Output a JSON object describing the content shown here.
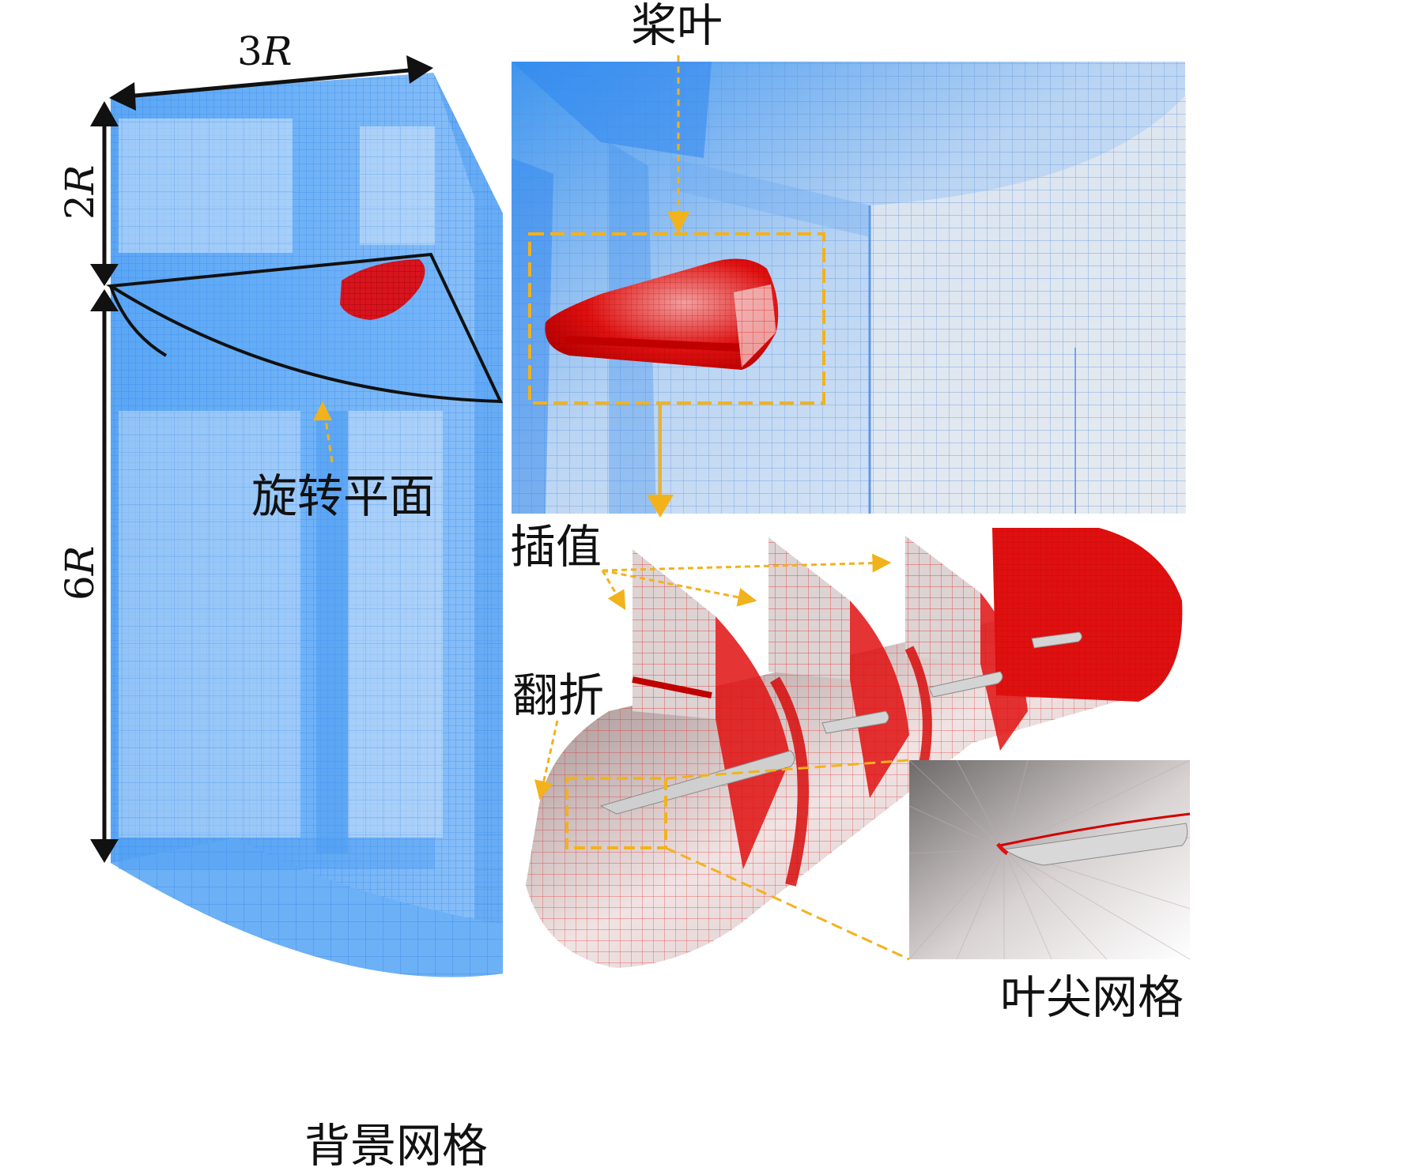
{
  "labels": {
    "dim_3R_num": "3",
    "dim_3R_var": "R",
    "dim_2R_num": "2",
    "dim_2R_var": "R",
    "dim_6R_num": "6",
    "dim_6R_var": "R",
    "rotation_plane": "旋转平面",
    "background_grid": "背景网格",
    "blade": "桨叶",
    "interpolation": "插值",
    "fold": "翻折",
    "tip_grid": "叶尖网格"
  },
  "colors": {
    "mesh_blue": "#5aa6f5",
    "mesh_dark_blue": "#2f7fe6",
    "blade_red": "#e01010",
    "highlight_orange": "#f2b21c",
    "outline_black": "#111111",
    "tip_gray": "#8a8585"
  }
}
